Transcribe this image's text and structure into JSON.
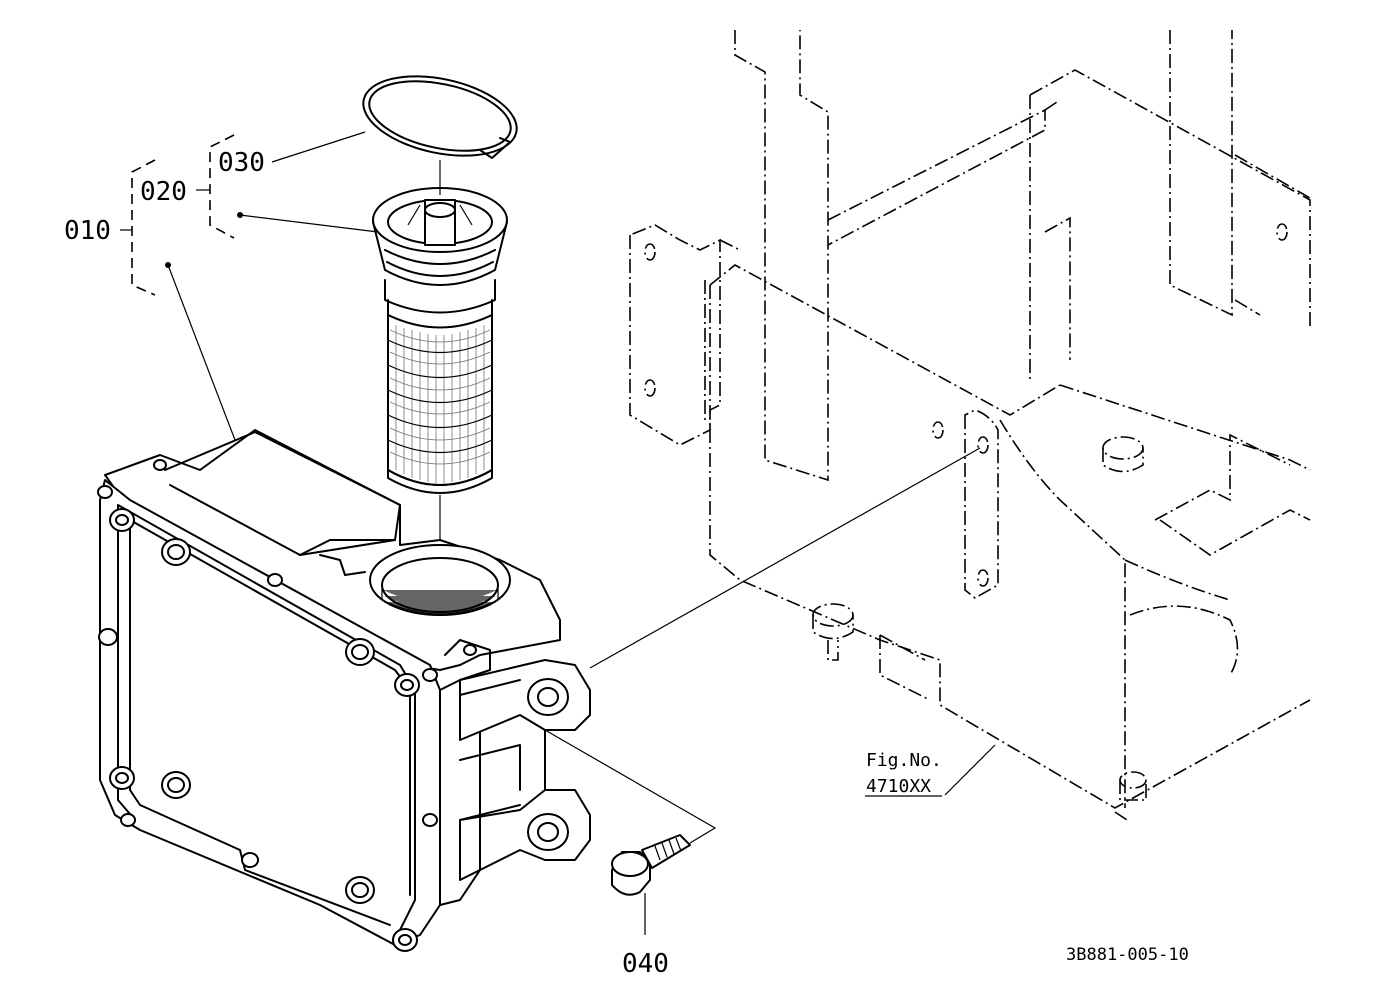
{
  "callouts": {
    "c010": "010",
    "c020": "020",
    "c030": "030",
    "c040": "040"
  },
  "reference": {
    "label": "Fig.No.",
    "number": "4710XX"
  },
  "drawing_number": "3B881-005-10"
}
